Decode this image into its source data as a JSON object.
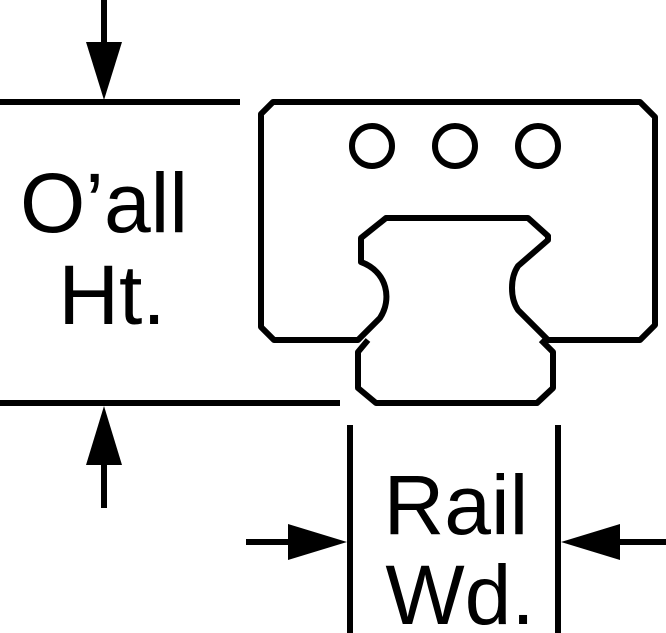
{
  "labels": {
    "overall_height_line1": "O’all",
    "overall_height_line2": "Ht.",
    "rail_width_line1": "Rail",
    "rail_width_line2": "Wd."
  },
  "colors": {
    "line": "#000000",
    "background": "#ffffff"
  },
  "block_holes": 3
}
